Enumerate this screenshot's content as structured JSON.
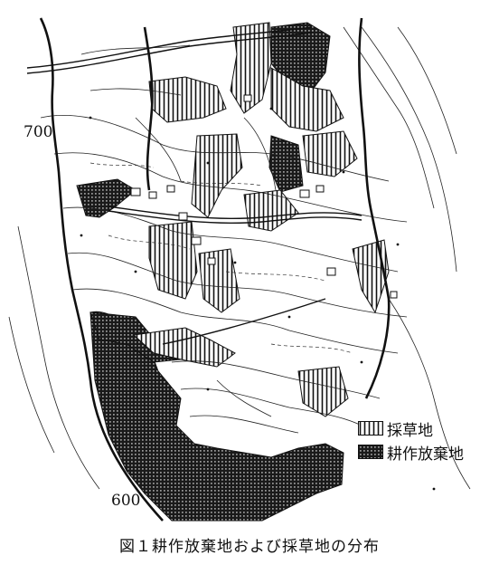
{
  "map": {
    "contour_labels": [
      {
        "text": "700"
      },
      {
        "text": "600"
      }
    ],
    "legend": [
      {
        "label": "採草地",
        "pattern": "vertical-hatch"
      },
      {
        "label": "耕作放棄地",
        "pattern": "dark-crosshatch"
      }
    ],
    "caption": "図１耕作放棄地および採草地の分布",
    "colors": {
      "ink": "#111111",
      "paper": "#ffffff"
    }
  }
}
